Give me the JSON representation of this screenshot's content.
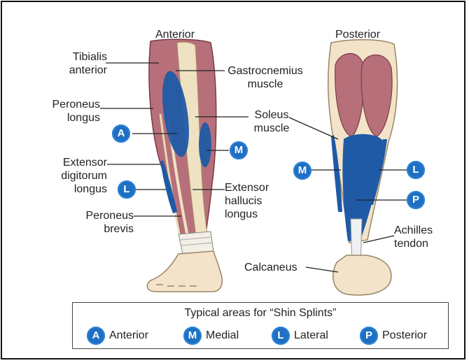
{
  "headers": {
    "anterior": "Anterior",
    "posterior": "Posterior"
  },
  "labels": {
    "tibialis_anterior_1": "Tibialis",
    "tibialis_anterior_2": "anterior",
    "peroneus_longus_1": "Peroneus",
    "peroneus_longus_2": "longus",
    "extensor_digitorum_1": "Extensor",
    "extensor_digitorum_2": "digitorum",
    "extensor_digitorum_3": "longus",
    "peroneus_brevis_1": "Peroneus",
    "peroneus_brevis_2": "brevis",
    "gastrocnemius_1": "Gastrocnemius",
    "gastrocnemius_2": "muscle",
    "soleus_1": "Soleus",
    "soleus_2": "muscle",
    "extensor_hallucis_1": "Extensor",
    "extensor_hallucis_2": "hallucis",
    "extensor_hallucis_3": "longus",
    "achilles_1": "Achilles",
    "achilles_2": "tendon",
    "calcaneus": "Calcaneus"
  },
  "badges": {
    "anterior": "A",
    "medial": "M",
    "lateral": "L",
    "posterior": "P"
  },
  "legend": {
    "title": "Typical areas for “Shin Splints”",
    "items": [
      {
        "letter": "A",
        "text": "Anterior"
      },
      {
        "letter": "M",
        "text": "Medial"
      },
      {
        "letter": "L",
        "text": "Lateral"
      },
      {
        "letter": "P",
        "text": "Posterior"
      }
    ]
  },
  "colors": {
    "muscle": "#b7707a",
    "muscle_dark": "#8e4a55",
    "tendon": "#efe2c2",
    "skin": "#f3e3c8",
    "highlight": "#1f5aa6",
    "badge": "#1f6fc2"
  }
}
